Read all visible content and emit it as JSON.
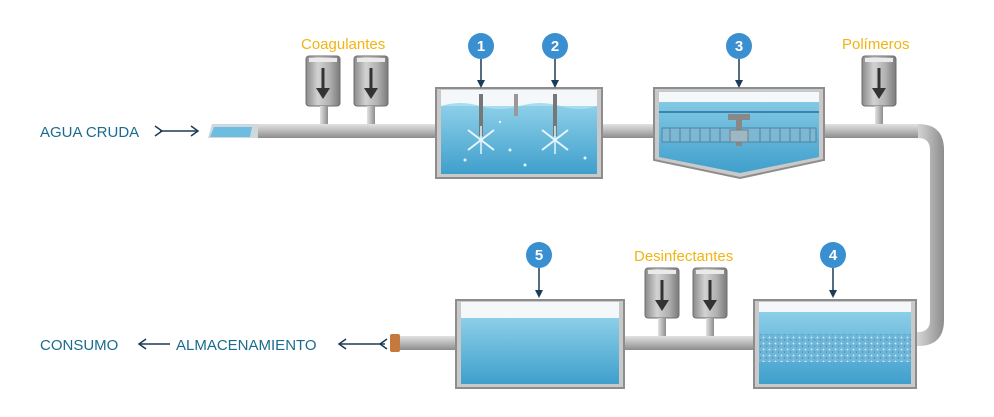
{
  "labels": {
    "raw_water": "AGUA CRUDA",
    "consumption": "CONSUMO",
    "storage": "ALMACENAMIENTO",
    "coagulants": "Coagulantes",
    "polymers": "Polímeros",
    "disinfectants": "Desinfectantes"
  },
  "steps": [
    "1",
    "2",
    "3",
    "4",
    "5"
  ],
  "colors": {
    "step_badge": "#3a8fd0",
    "text_blue": "#1a6b8f",
    "text_yellow": "#f2b413",
    "water": "#5fb6da",
    "pipe": "#b5b5b5"
  }
}
